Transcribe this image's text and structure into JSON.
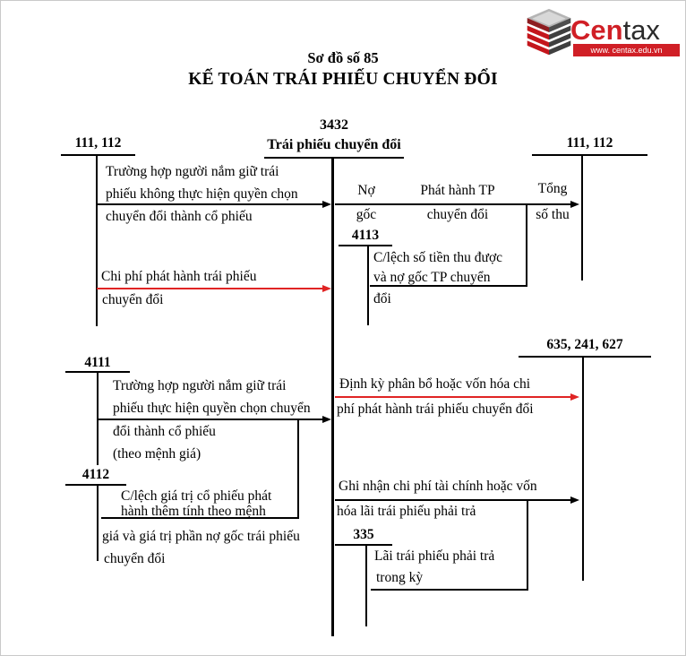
{
  "logo": {
    "brand_primary": "Cen",
    "brand_secondary": "tax",
    "website": "www. centax.edu.vn"
  },
  "header": {
    "subtitle": "Sơ đồ số 85",
    "title": "KẾ TOÁN TRÁI PHIẾU CHUYỂN ĐỔI"
  },
  "center_account": {
    "number": "3432",
    "name": "Trái phiếu chuyển đổi"
  },
  "accounts": {
    "top_left": "111, 112",
    "top_right": "111, 112",
    "diff_4113": "4113",
    "equity_4111": "4111",
    "equity_4112": "4112",
    "expense_635": "635, 241, 627",
    "accrual_335": "335"
  },
  "issue_labels": {
    "debt_1": "Nợ",
    "debt_2": "gốc",
    "issue_1": "Phát hành TP",
    "issue_2": "chuyển đổi",
    "total_1": "Tổng",
    "total_2": "số thu"
  },
  "flows": {
    "no_conversion": [
      "Trường hợp người nắm giữ trái",
      "phiếu không thực hiện quyền chọn",
      "chuyển đổi thành cổ phiếu"
    ],
    "diff_4113": [
      "C/lệch số tiền thu được",
      "và nợ gốc TP chuyển",
      "đổi"
    ],
    "issue_cost": [
      "Chi phí phát hành trái phiếu",
      "chuyển đổi"
    ],
    "conversion": [
      "Trường hợp người nắm giữ trái",
      "phiếu thực hiện quyền chọn chuyển",
      "đổi thành cổ phiếu",
      "(theo mệnh giá)"
    ],
    "share_premium": [
      "C/lệch giá trị cổ phiếu phát",
      "hành thêm tính theo mệnh",
      "giá và giá trị phần nợ gốc trái phiếu",
      "chuyển đổi"
    ],
    "amortize_cost": [
      "Định kỳ phân bổ hoặc vốn hóa chi",
      "phí phát hành trái phiếu chuyển đổi"
    ],
    "interest_expense": [
      "Ghi nhận chi phí tài chính hoặc vốn",
      "hóa lãi trái phiếu phải trả"
    ],
    "interest_payable": [
      "Lãi trái phiếu phải trả",
      "trong kỳ"
    ]
  },
  "colors": {
    "arrow_red": "#e02424",
    "text": "#000000",
    "logo_red": "#d01f26"
  }
}
